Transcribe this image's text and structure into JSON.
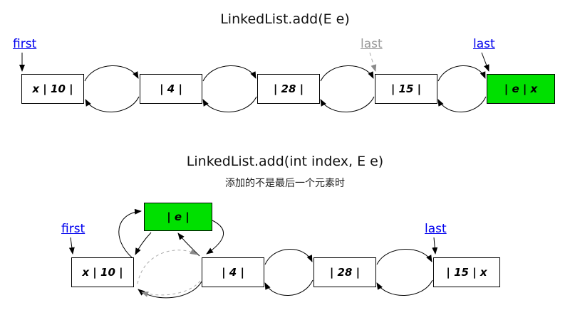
{
  "colors": {
    "node_green": "#00e000",
    "label_blue": "#0000ee",
    "label_gray": "#999999"
  },
  "diagram_top": {
    "title": "LinkedList.add(E e)",
    "first_label": "first",
    "last_old_label": "last",
    "last_new_label": "last",
    "nodes": [
      {
        "text": "x | 10 |",
        "highlight": false
      },
      {
        "text": "| 4 |",
        "highlight": false
      },
      {
        "text": "| 28 |",
        "highlight": false
      },
      {
        "text": "| 15 |",
        "highlight": false
      },
      {
        "text": "| e | x",
        "highlight": true
      }
    ]
  },
  "diagram_bottom": {
    "title": "LinkedList.add(int index, E e)",
    "subtitle": "添加的不是最后一个元素时",
    "first_label": "first",
    "last_label": "last",
    "new_node": {
      "text": "| e |",
      "highlight": true
    },
    "nodes": [
      {
        "text": "x | 10 |",
        "highlight": false
      },
      {
        "text": "| 4 |",
        "highlight": false
      },
      {
        "text": "| 28 |",
        "highlight": false
      },
      {
        "text": "| 15 | x",
        "highlight": false
      }
    ]
  }
}
